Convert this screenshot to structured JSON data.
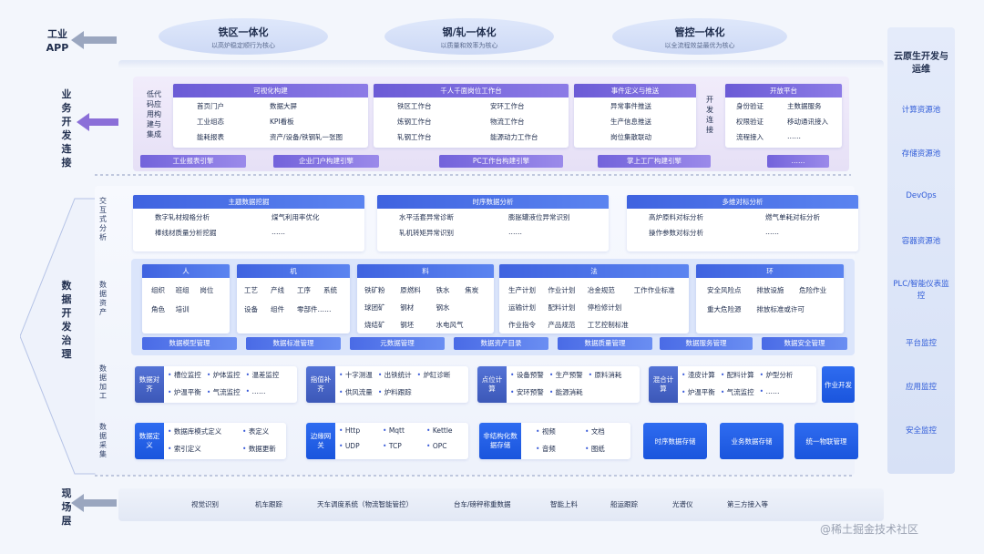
{
  "layers": {
    "app": "工业APP",
    "bizdev": "业务开发连接",
    "datadev": "数据开发治理",
    "field": "现场层"
  },
  "top": [
    {
      "title": "铁区一体化",
      "sub": "以高炉稳定顺行为核心"
    },
    {
      "title": "钢/轧一体化",
      "sub": "以质量和效率为核心"
    },
    {
      "title": "管控一体化",
      "sub": "以全流程效益最优为核心"
    }
  ],
  "lowcode_label": "低代码应用构建与集成",
  "opendev_label": "开发连接",
  "biz_cards": [
    {
      "title": "可视化构建",
      "items": [
        "首页门户",
        "数据大屏",
        "工业组态",
        "KPI看板",
        "能耗报表",
        "资产/设备/铁钢轧一张图"
      ]
    },
    {
      "title": "千人千面岗位工作台",
      "items": [
        "铁区工作台",
        "安环工作台",
        "炼钢工作台",
        "物流工作台",
        "轧钢工作台",
        "能源动力工作台"
      ]
    },
    {
      "title": "事件定义与推送",
      "items": [
        "异常事件推送",
        "生产信息推送",
        "岗位集散联动"
      ]
    },
    {
      "title": "开放平台",
      "items": [
        "身份验证",
        "主数据服务",
        "权限验证",
        "移动通讯接入",
        "流程接入",
        "……"
      ]
    }
  ],
  "engines": [
    "工业报表引擎",
    "企业门户构建引擎",
    "PC工作台构建引擎",
    "掌上工厂构建引擎",
    "……"
  ],
  "interactive_label": "交互式分析",
  "analysis_cards": [
    {
      "title": "主题数据挖掘",
      "items": [
        "数字轧材规格分析",
        "煤气利用率优化",
        "棒线材质量分析挖掘",
        "……"
      ]
    },
    {
      "title": "时序数据分析",
      "items": [
        "水平活套异常诊断",
        "膨胀罐液位异常识别",
        "轧机转矩异常识别",
        "……"
      ]
    },
    {
      "title": "多维对标分析",
      "items": [
        "高炉原料对标分析",
        "燃气单耗对标分析",
        "操作参数对标分析",
        "……"
      ]
    }
  ],
  "asset_label": "数据资产",
  "assets": [
    {
      "title": "人",
      "items": [
        "组织",
        "班组",
        "岗位",
        "角色",
        "培训"
      ]
    },
    {
      "title": "机",
      "items": [
        "工艺",
        "产线",
        "工序",
        "系统",
        "设备",
        "组件",
        "零部件……"
      ]
    },
    {
      "title": "料",
      "items": [
        "铁矿粉",
        "原燃料",
        "铁水",
        "焦炭",
        "球团矿",
        "钢材",
        "钢水",
        "烧结矿",
        "钢坯",
        "水电风气"
      ]
    },
    {
      "title": "法",
      "items": [
        "生产计划",
        "作业计划",
        "冶金规范",
        "工作作业标准",
        "运输计划",
        "配料计划",
        "停检修计划",
        "作业指令",
        "产品规范",
        "工艺控制标准"
      ]
    },
    {
      "title": "环",
      "items": [
        "安全风险点",
        "排放设施",
        "危险作业",
        "重大危险源",
        "排放标准或许可"
      ]
    }
  ],
  "asset_mgmt": [
    "数据模型管理",
    "数据标准管理",
    "元数据管理",
    "数据资产目录",
    "数据质量管理",
    "数据服务管理",
    "数据安全管理"
  ],
  "process_label": "数据加工",
  "process": [
    {
      "label": "数据对齐",
      "items": [
        "槽位监控",
        "炉体监控",
        "温差监控",
        "炉温平衡",
        "气流监控",
        "……"
      ]
    },
    {
      "label": "指值补齐",
      "items": [
        "十字测温",
        "出铁统计",
        "炉缸诊断",
        "供风流量",
        "炉料跟踪"
      ]
    },
    {
      "label": "点位计算",
      "items": [
        "设备预警",
        "生产预警",
        "原料消耗",
        "安环预警",
        "能源消耗"
      ]
    },
    {
      "label": "混合计算",
      "items": [
        "渣皮计算",
        "配料计算",
        "炉型分析",
        "炉温平衡",
        "气流监控",
        "……"
      ]
    }
  ],
  "job_dev": "作业开发",
  "collect_label": "数据采集",
  "collect": [
    {
      "label": "数据定义",
      "items": [
        "数据库模式定义",
        "表定义",
        "索引定义",
        "数据更新"
      ]
    },
    {
      "label": "边缘网关",
      "items": [
        "Http",
        "Mqtt",
        "Kettle",
        "UDP",
        "TCP",
        "OPC"
      ]
    },
    {
      "label": "非结构化数据存储",
      "items": [
        "视频",
        "文档",
        "音频",
        "图纸"
      ]
    }
  ],
  "storage": [
    "时序数据存储",
    "业务数据存储",
    "统一物联管理"
  ],
  "field_items": [
    "视觉识别",
    "机车跟踪",
    "天车调度系统（物流智能管控）",
    "台车/磅秤称重数据",
    "智能上料",
    "船运跟踪",
    "光谱仪",
    "第三方接入等"
  ],
  "right_panel": {
    "title": "云原生开发与运维",
    "items": [
      "计算资源池",
      "存储资源池",
      "DevOps",
      "容器资源池",
      "PLC/智能仪表监控",
      "平台监控",
      "应用监控",
      "安全监控"
    ]
  },
  "watermark": "@稀土掘金技术社区"
}
